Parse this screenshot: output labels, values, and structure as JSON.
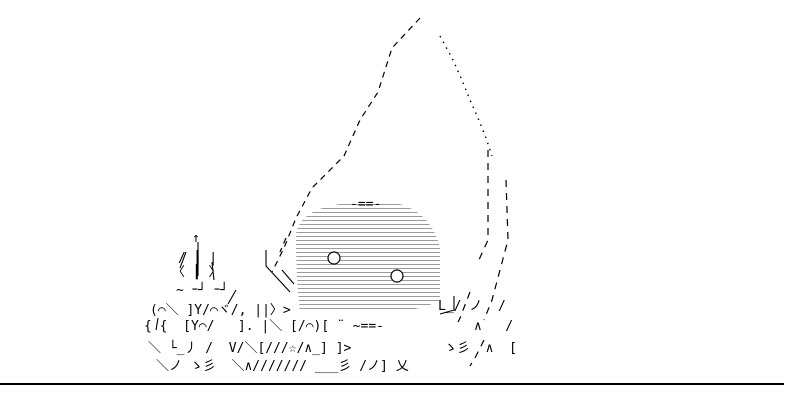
{
  "art": {
    "fragments": [
      "↑",
      "/ ┃ |",
      "〈 ┃ 〉",
      "~ ｰ┘ ｰ┘",
      "(⌒＼ ]Y/⌒ヾ/, ||〉>",
      "{ {  [Y⌒/   ]. |＼ [/⌒)[ ¨ ~==-",
      "＼ └_丿 /  V/＼[///☆/∧_] ]>",
      "＼ノ ゝ彡  ＼∧/////// ___彡 /ノ] 乂",
      "-==-",
      "L_/ ノ  /",
      "∧   /",
      "ゝ彡  ∧  ["
    ]
  }
}
